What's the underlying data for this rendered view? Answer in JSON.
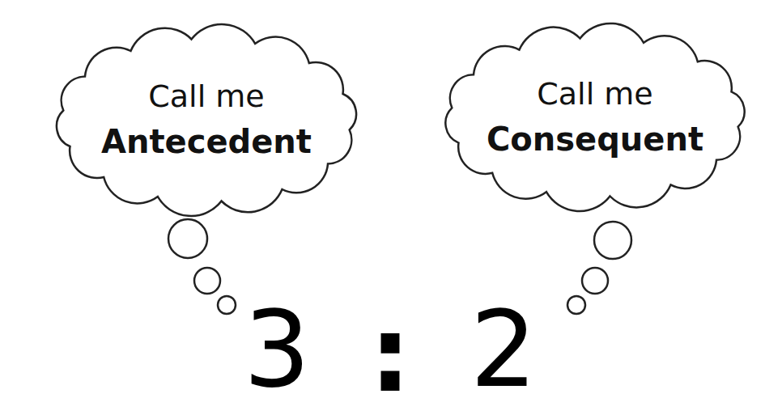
{
  "diagram": {
    "nodes": [
      {
        "text": [
          "Call me",
          "Antecedent"
        ]
      },
      {
        "text": [
          "Call me",
          "Consequent"
        ]
      }
    ],
    "labels": [
      "3",
      ":",
      "2"
    ]
  }
}
